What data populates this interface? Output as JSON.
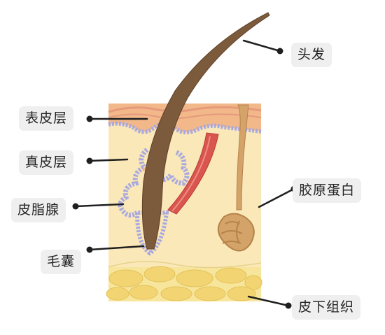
{
  "labels": {
    "hair": "头发",
    "epidermis": "表皮层",
    "dermis": "真皮层",
    "sebaceous_gland": "皮脂腺",
    "hair_follicle": "毛囊",
    "collagen": "胶原蛋白",
    "subcutaneous": "皮下组织"
  },
  "colors": {
    "dermis": "#fbe8b9",
    "subcutaneous": "#f7e59b",
    "fat_cells": "#f2d572",
    "epidermis": "#f2b88a",
    "epidermis_stripe": "#e59a7c",
    "basal_layer": "#b9b9e6",
    "hair": "#7c5a3c",
    "muscle": "#d9564f",
    "collagen": "#d4a36a",
    "label_bg": "#efefef",
    "leader_line": "#1f1f1f"
  }
}
